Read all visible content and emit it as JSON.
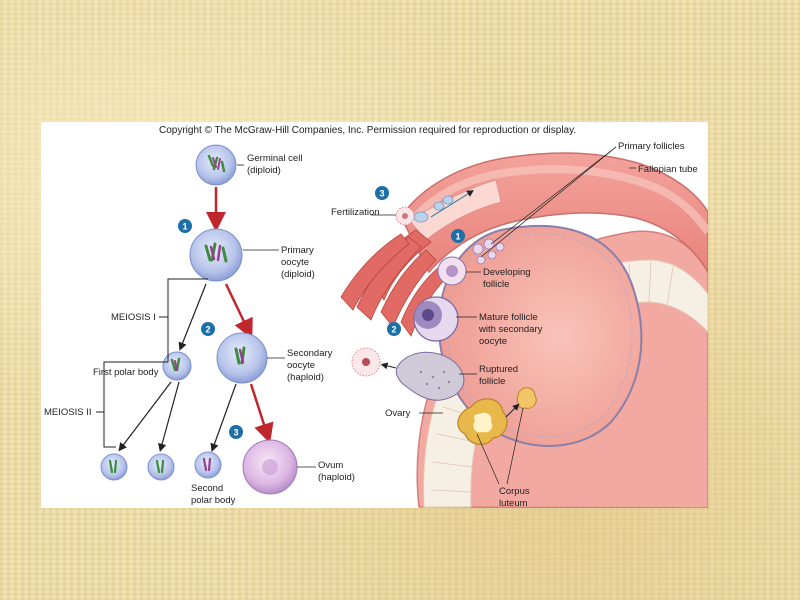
{
  "copyright": "Copyright © The McGraw-Hill Companies, Inc. Permission required for reproduction or display.",
  "labels": {
    "germinal_cell": [
      "Germinal cell",
      "(diploid)"
    ],
    "primary_oocyte": [
      "Primary",
      "oocyte",
      "(diploid)"
    ],
    "meiosis_1": "MEIOSIS I",
    "meiosis_2": "MEIOSIS II",
    "first_polar_body": "First polar body",
    "secondary_oocyte": [
      "Secondary",
      "oocyte",
      "(haploid)"
    ],
    "second_polar_body": [
      "Second",
      "polar body"
    ],
    "ovum": [
      "Ovum",
      "(haploid)"
    ],
    "fertilization": "Fertilization",
    "primary_follicles": "Primary follicles",
    "fallopian_tube": "Fallopian tube",
    "developing_follicle": [
      "Developing",
      "follicle"
    ],
    "mature_follicle": [
      "Mature follicle",
      "with secondary",
      "oocyte"
    ],
    "ruptured_follicle": [
      "Ruptured",
      "follicle"
    ],
    "ovary": "Ovary",
    "corpus_luteum": [
      "Corpus",
      "luteum"
    ]
  },
  "step_numbers": [
    "1",
    "2",
    "3"
  ],
  "colors": {
    "step_badge": "#1d6fa8",
    "arrow_red": "#c0272d",
    "cell_fill": "#b9c7ec",
    "tissue_pink": "#f0a09a",
    "follicle_yellow": "#e9b84a"
  }
}
